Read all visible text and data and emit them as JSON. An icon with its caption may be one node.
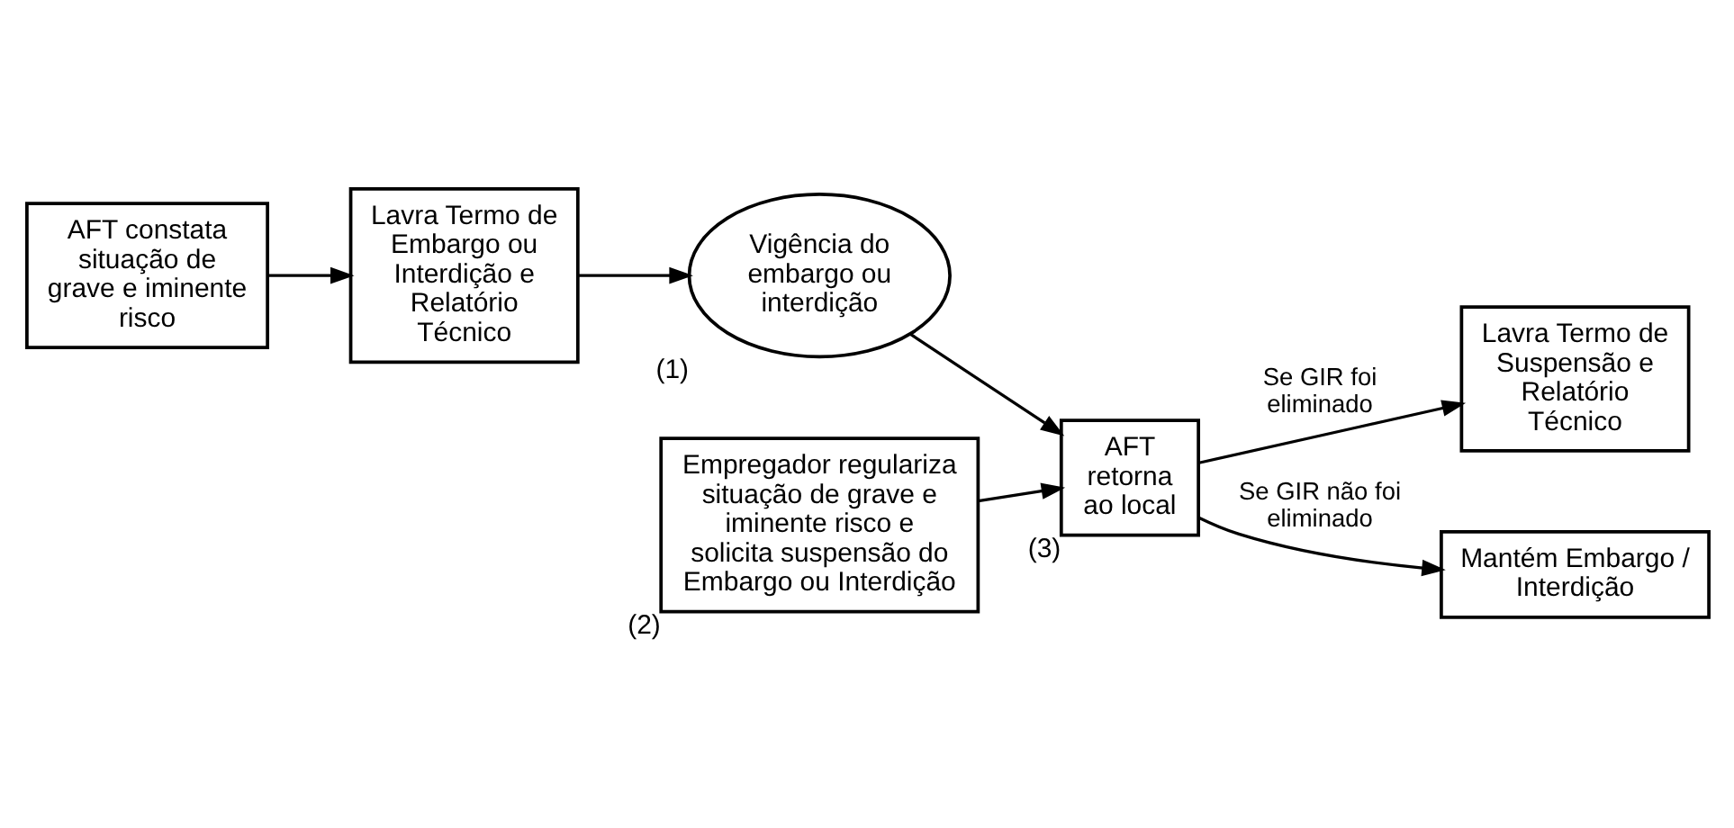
{
  "diagram": {
    "nodes": [
      {
        "text": [
          "AFT constata situação de grave e iminente risco"
        ]
      },
      {
        "text": [
          "Lavra Termo de Embargo ou Interdição e Relatório Técnico"
        ]
      },
      {
        "text": [
          "Vigência do embargo ou interdição"
        ],
        "beside": [
          "(1)"
        ]
      },
      {
        "text": [
          "AFT retorna ao local"
        ],
        "beside": [
          "(3)"
        ]
      },
      {
        "text": [
          "Lavra Termo de Suspensão e Relatório Técnico"
        ]
      },
      {
        "text": [
          "Mantém Embargo / Interdição"
        ]
      },
      {
        "text": [
          "Empregador regulariza situação de grave e iminente risco e solicita suspensão do Embargo ou Interdição"
        ],
        "beside": [
          "(2)"
        ]
      }
    ],
    "edges": [
      {
        "from": 0,
        "to": 1,
        "arrow": "to"
      },
      {
        "from": 1,
        "to": 2,
        "arrow": "to"
      },
      {
        "from": 2,
        "to": 3,
        "arrow": "to"
      },
      {
        "from": 6,
        "to": 3,
        "arrow": "to"
      },
      {
        "from": 3,
        "to": 4,
        "arrow": "to",
        "label": "Se GIR foi eliminado"
      },
      {
        "from": 3,
        "to": 5,
        "arrow": "to",
        "label": "Se GIR não foi eliminado"
      }
    ]
  }
}
